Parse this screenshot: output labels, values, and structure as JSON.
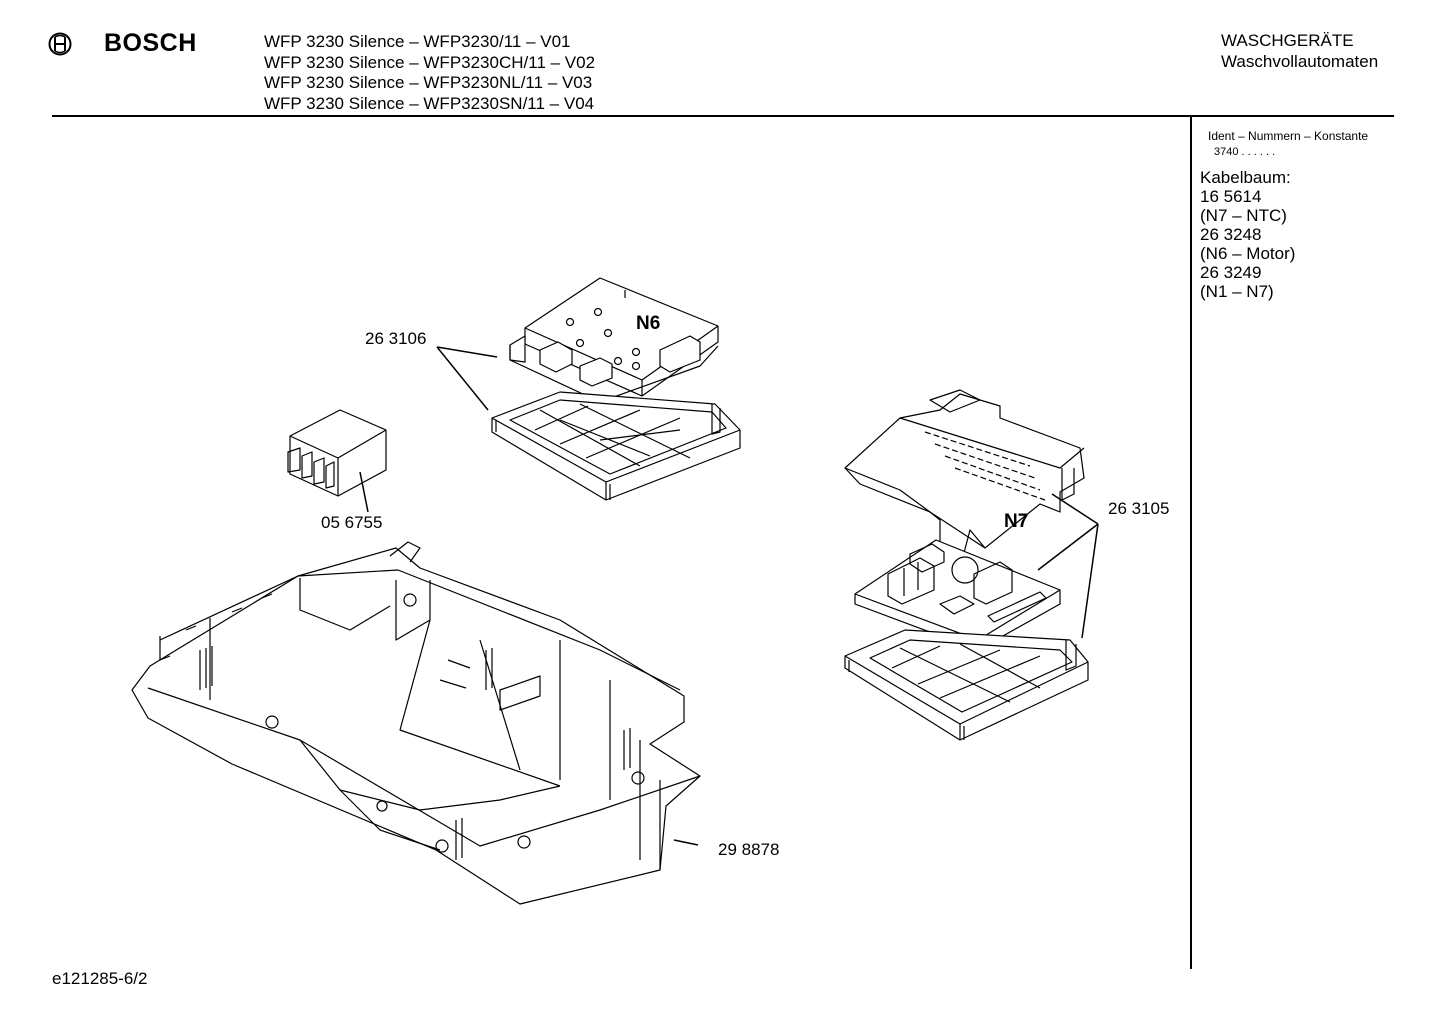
{
  "header": {
    "brand": "BOSCH",
    "logo_icon": "bosch-armature-icon",
    "models": [
      "WFP 3230 Silence – WFP3230/11 – V01",
      "WFP 3230 Silence – WFP3230CH/11 – V02",
      "WFP 3230 Silence – WFP3230NL/11 – V03",
      "WFP 3230 Silence – WFP3230SN/11 – V04"
    ],
    "category_line1": "WASCHGERÄTE",
    "category_line2": "Waschvollautomaten"
  },
  "sidebar": {
    "ident_title": "Ident – Nummern – Konstante",
    "ident_value": "3740  . .   . . . .",
    "kabelbaum": [
      "Kabelbaum:",
      "16 5614",
      "(N7 – NTC)",
      "26 3248",
      "(N6 – Motor)",
      "26 3249",
      "(N1 – N7)"
    ]
  },
  "parts": {
    "p263106": "26 3106",
    "p056755": "05 6755",
    "p263105": "26 3105",
    "p298878": "29 8878",
    "n6": "N6",
    "n7": "N7"
  },
  "footer": {
    "code": "e121285-6/2"
  }
}
